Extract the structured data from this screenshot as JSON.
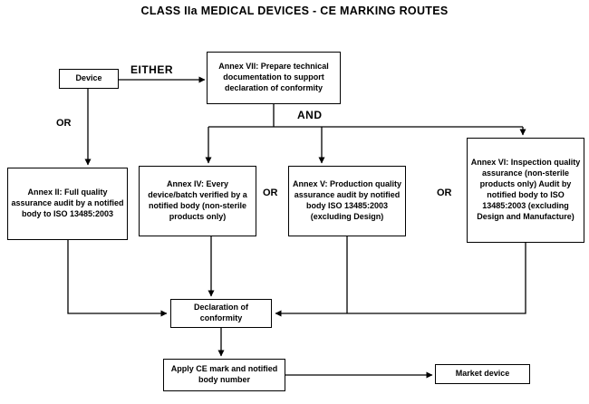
{
  "title": "CLASS IIa MEDICAL DEVICES - CE MARKING ROUTES",
  "nodes": {
    "device": {
      "label": "Device"
    },
    "annex7": {
      "label": "Annex VII: Prepare technical documentation to support declaration of conformity"
    },
    "annex2": {
      "label": "Annex II: Full quality assurance audit by a notified body to ISO 13485:2003"
    },
    "annex4": {
      "label": "Annex IV: Every device/batch verified by a notified body (non-sterile products only)"
    },
    "annex5": {
      "label": "Annex V: Production quality assurance audit by notified body ISO 13485:2003 (excluding Design)"
    },
    "annex6": {
      "label": "Annex VI: Inspection quality assurance (non-sterile products only) Audit by notified body to ISO 13485:2003 (excluding Design and Manufacture)"
    },
    "declaration": {
      "label": "Declaration of conformity"
    },
    "apply_ce": {
      "label": "Apply CE mark and notified body number"
    },
    "market": {
      "label": "Market device"
    }
  },
  "connectors": {
    "either": "EITHER",
    "and": "AND",
    "or_left": "OR",
    "or_mid": "OR",
    "or_right": "OR"
  },
  "colors": {
    "line": "#000000",
    "box_border": "#000000",
    "background": "#ffffff"
  }
}
